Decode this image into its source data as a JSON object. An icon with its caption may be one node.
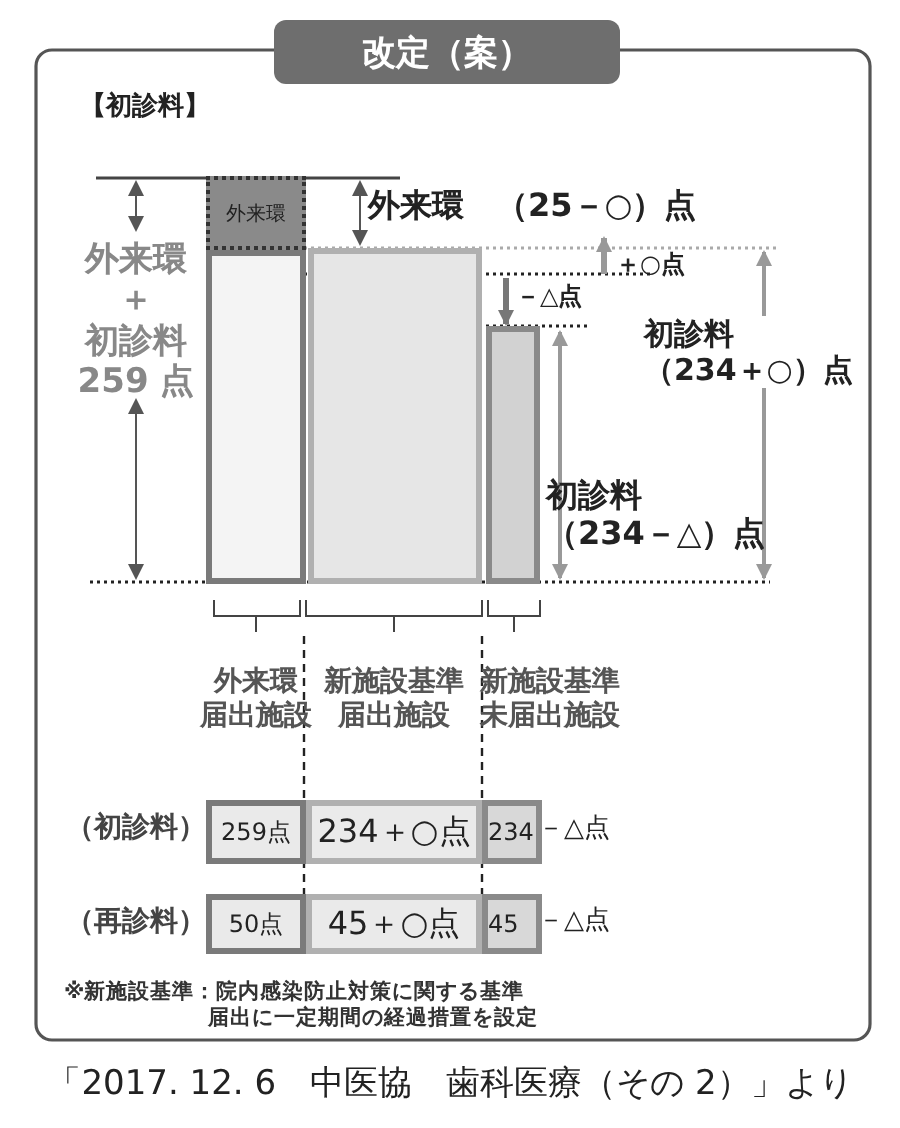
{
  "diagram": {
    "title": "改定（案）",
    "caption": "「2017. 12. 6　中医協　歯科医療（その 2）」より",
    "nodes": [
      {
        "text": [
          "外来環"
        ]
      },
      {
        "text": [],
        "shape": "bar"
      },
      {
        "text": [],
        "shape": "bar"
      },
      {
        "text": [],
        "shape": "bar"
      },
      {
        "text": [
          "259点"
        ]
      },
      {
        "text": [
          "234＋○点"
        ]
      },
      {
        "text": [
          "234"
        ],
        "beside": [
          "－△点"
        ]
      },
      {
        "text": [
          "50点"
        ]
      },
      {
        "text": [
          "45＋○点"
        ]
      },
      {
        "text": [
          "45"
        ],
        "beside": [
          "－△点"
        ]
      }
    ],
    "labels": [
      "【初診料】",
      "外来環＋初診料259 点",
      "外来環　（25－○）点",
      "＋○点",
      "－△点",
      "初診料（234＋○）点",
      "初診料（234－△）点",
      "外来環届出施設",
      "新施設基準届出施設",
      "新施設基準未届出施設",
      "（初診料）",
      "（再診料）",
      "※新施設基準：院内感染防止対策に関する基準届出に一定期間の経過措置を設定"
    ]
  }
}
